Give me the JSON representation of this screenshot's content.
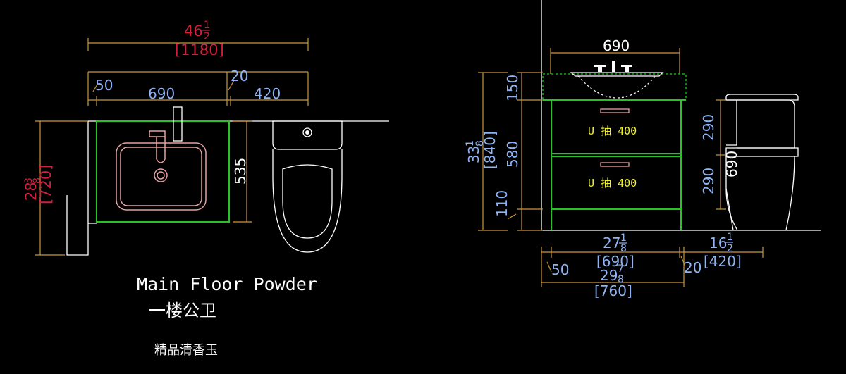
{
  "plan": {
    "overall_width": {
      "whole": "46",
      "num": "1",
      "den": "2",
      "metric": "[1180]"
    },
    "gap_left": "50",
    "vanity_width": "690",
    "gap_mid": "20",
    "toilet_width": "420",
    "vanity_depth": "535",
    "side_depth": {
      "whole": "28",
      "num": "3",
      "den": "8",
      "metric": "[720]"
    },
    "title": "Main Floor Powder",
    "title_cn": "一楼公卫",
    "product": "精品清香玉"
  },
  "elevation": {
    "top_width": "690",
    "counter_height": "150",
    "drawers_height": "580",
    "kick_height": "110",
    "total_height": {
      "whole": "33",
      "num": "1",
      "den": "8",
      "metric": "[840]"
    },
    "drawer_label_1": "U 抽 400",
    "drawer_label_2": "U 抽 400",
    "toilet_upper": "290",
    "toilet_lower": "290",
    "toilet_height": "690",
    "bottom_vanity": {
      "whole": "27",
      "num": "1",
      "den": "8",
      "metric": "[690]"
    },
    "bottom_total": {
      "whole": "29",
      "num": "7",
      "den": "8",
      "metric": "[760]"
    },
    "bottom_toilet": {
      "whole": "16",
      "num": "1",
      "den": "2",
      "metric": "[420]"
    },
    "gap_left": "50",
    "gap_right": "20"
  },
  "colors": {
    "background": "#000000",
    "dimension_line": "#c9963a",
    "dimension_text_blue": "#8fb4f5",
    "dimension_text_red": "#d21f3c",
    "cabinet_outline": "#23c423",
    "drawer_label": "#f2f230",
    "sink_outline": "#e8a0a0"
  }
}
